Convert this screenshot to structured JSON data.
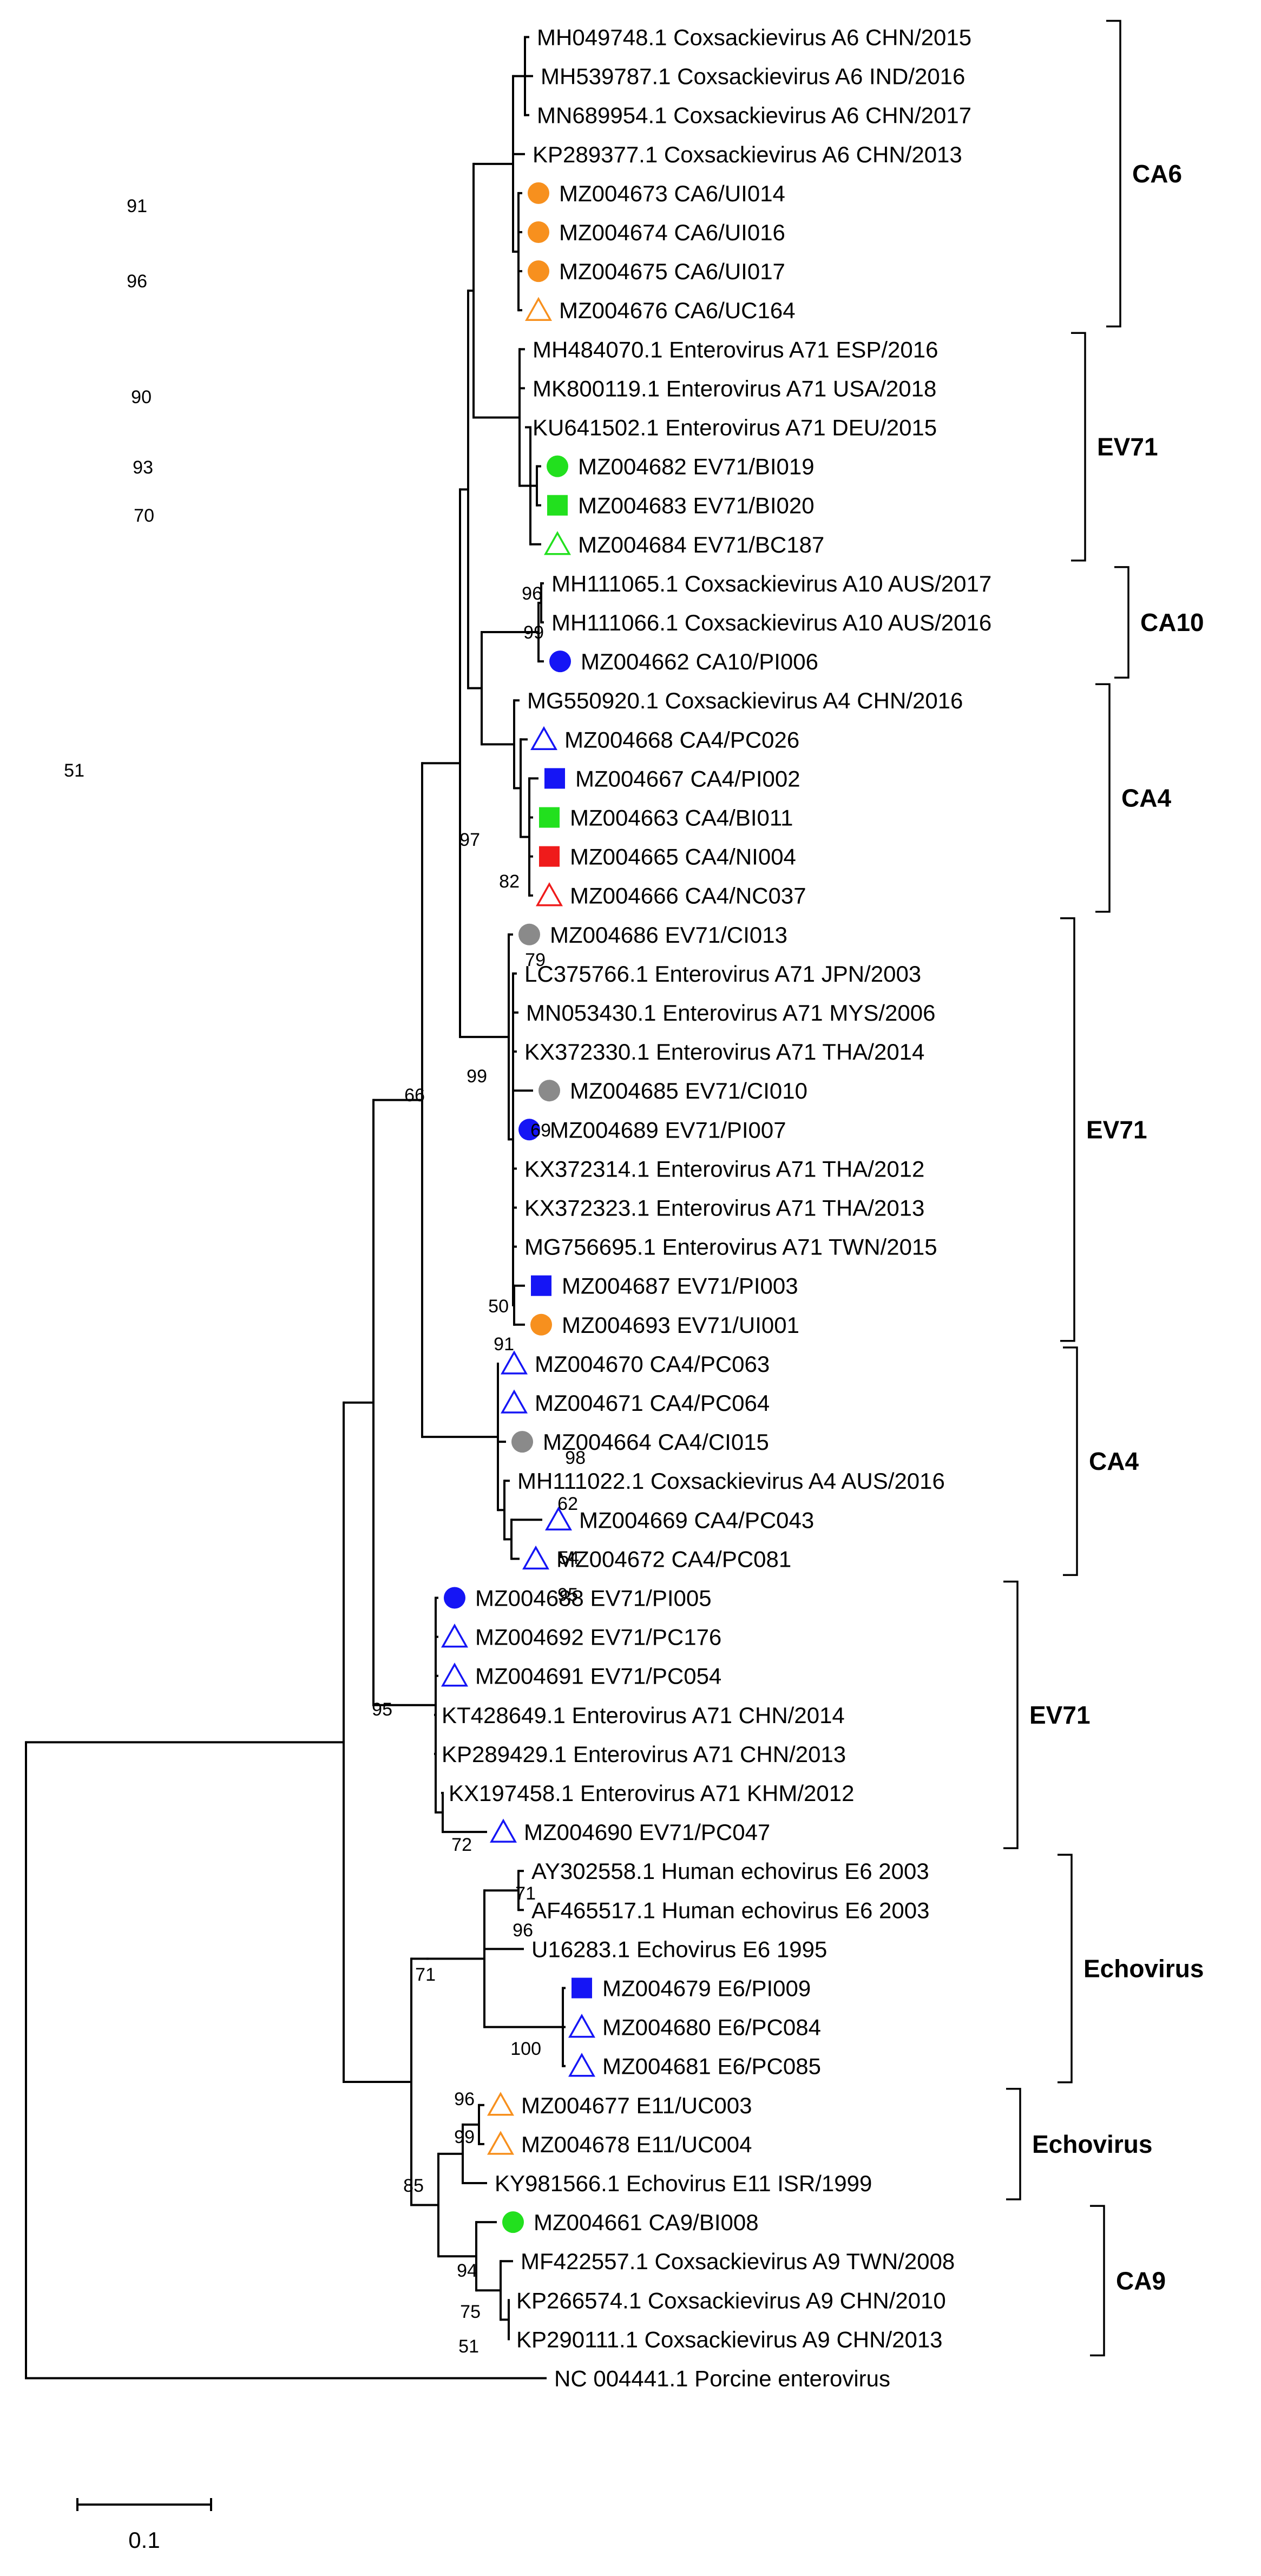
{
  "colors": {
    "orange": "#f7901e",
    "green": "#22e01e",
    "blue": "#1515f5",
    "red": "#ef1b1b",
    "gray": "#8a8a8a",
    "line": "#000000",
    "label": "#000000"
  },
  "taxa": [
    {
      "label": "MH049748.1 Coxsackievirus A6 CHN/2015",
      "marker": null
    },
    {
      "label": "MH539787.1 Coxsackievirus A6 IND/2016",
      "marker": null
    },
    {
      "label": "MN689954.1 Coxsackievirus A6 CHN/2017",
      "marker": null
    },
    {
      "label": "KP289377.1 Coxsackievirus A6 CHN/2013",
      "marker": null
    },
    {
      "label": "MZ004673 CA6/UI014",
      "marker": {
        "shape": "circle",
        "color": "orange"
      }
    },
    {
      "label": "MZ004674 CA6/UI016",
      "marker": {
        "shape": "circle",
        "color": "orange"
      }
    },
    {
      "label": "MZ004675 CA6/UI017",
      "marker": {
        "shape": "circle",
        "color": "orange"
      }
    },
    {
      "label": "MZ004676 CA6/UC164",
      "marker": {
        "shape": "triangle",
        "color": "orange"
      }
    },
    {
      "label": "MH484070.1 Enterovirus A71 ESP/2016",
      "marker": null
    },
    {
      "label": "MK800119.1 Enterovirus A71 USA/2018",
      "marker": null
    },
    {
      "label": "KU641502.1 Enterovirus A71 DEU/2015",
      "marker": null
    },
    {
      "label": "MZ004682 EV71/BI019",
      "marker": {
        "shape": "circle",
        "color": "green"
      }
    },
    {
      "label": "MZ004683 EV71/BI020",
      "marker": {
        "shape": "square",
        "color": "green"
      }
    },
    {
      "label": "MZ004684 EV71/BC187",
      "marker": {
        "shape": "triangle",
        "color": "green"
      }
    },
    {
      "label": "MH111065.1 Coxsackievirus A10 AUS/2017",
      "marker": null
    },
    {
      "label": "MH111066.1 Coxsackievirus A10 AUS/2016",
      "marker": null
    },
    {
      "label": "MZ004662 CA10/PI006",
      "marker": {
        "shape": "circle",
        "color": "blue"
      }
    },
    {
      "label": "MG550920.1 Coxsackievirus A4 CHN/2016",
      "marker": null
    },
    {
      "label": "MZ004668 CA4/PC026",
      "marker": {
        "shape": "triangle",
        "color": "blue"
      }
    },
    {
      "label": "MZ004667 CA4/PI002",
      "marker": {
        "shape": "square",
        "color": "blue"
      }
    },
    {
      "label": "MZ004663 CA4/BI011",
      "marker": {
        "shape": "square",
        "color": "green"
      }
    },
    {
      "label": "MZ004665 CA4/NI004",
      "marker": {
        "shape": "square",
        "color": "red"
      }
    },
    {
      "label": "MZ004666 CA4/NC037",
      "marker": {
        "shape": "triangle",
        "color": "red"
      }
    },
    {
      "label": "MZ004686 EV71/CI013",
      "marker": {
        "shape": "circle",
        "color": "gray"
      }
    },
    {
      "label": "LC375766.1 Enterovirus A71 JPN/2003",
      "marker": null
    },
    {
      "label": "MN053430.1 Enterovirus A71 MYS/2006",
      "marker": null
    },
    {
      "label": "KX372330.1 Enterovirus A71 THA/2014",
      "marker": null
    },
    {
      "label": "MZ004685 EV71/CI010",
      "marker": {
        "shape": "circle",
        "color": "gray"
      }
    },
    {
      "label": "MZ004689 EV71/PI007",
      "marker": {
        "shape": "circle",
        "color": "blue"
      }
    },
    {
      "label": "KX372314.1 Enterovirus A71 THA/2012",
      "marker": null
    },
    {
      "label": "KX372323.1 Enterovirus A71 THA/2013",
      "marker": null
    },
    {
      "label": "MG756695.1 Enterovirus A71 TWN/2015",
      "marker": null
    },
    {
      "label": "MZ004687 EV71/PI003",
      "marker": {
        "shape": "square",
        "color": "blue"
      }
    },
    {
      "label": "MZ004693 EV71/UI001",
      "marker": {
        "shape": "circle",
        "color": "orange"
      }
    },
    {
      "label": "MZ004670 CA4/PC063",
      "marker": {
        "shape": "triangle",
        "color": "blue"
      }
    },
    {
      "label": "MZ004671 CA4/PC064",
      "marker": {
        "shape": "triangle",
        "color": "blue"
      }
    },
    {
      "label": "MZ004664 CA4/CI015",
      "marker": {
        "shape": "circle",
        "color": "gray"
      }
    },
    {
      "label": "MH111022.1 Coxsackievirus A4 AUS/2016",
      "marker": null
    },
    {
      "label": "MZ004669 CA4/PC043",
      "marker": {
        "shape": "triangle",
        "color": "blue"
      }
    },
    {
      "label": "MZ004672 CA4/PC081",
      "marker": {
        "shape": "triangle",
        "color": "blue"
      }
    },
    {
      "label": "MZ004688 EV71/PI005",
      "marker": {
        "shape": "circle",
        "color": "blue"
      }
    },
    {
      "label": "MZ004692 EV71/PC176",
      "marker": {
        "shape": "triangle",
        "color": "blue"
      }
    },
    {
      "label": "MZ004691 EV71/PC054",
      "marker": {
        "shape": "triangle",
        "color": "blue"
      }
    },
    {
      "label": "KT428649.1 Enterovirus A71 CHN/2014",
      "marker": null
    },
    {
      "label": "KP289429.1 Enterovirus A71 CHN/2013",
      "marker": null
    },
    {
      "label": "KX197458.1 Enterovirus A71 KHM/2012",
      "marker": null
    },
    {
      "label": "MZ004690 EV71/PC047",
      "marker": {
        "shape": "triangle",
        "color": "blue"
      }
    },
    {
      "label": "AY302558.1 Human echovirus E6 2003",
      "marker": null
    },
    {
      "label": "AF465517.1 Human echovirus E6 2003",
      "marker": null
    },
    {
      "label": "U16283.1 Echovirus E6 1995",
      "marker": null
    },
    {
      "label": "MZ004679 E6/PI009",
      "marker": {
        "shape": "square",
        "color": "blue"
      }
    },
    {
      "label": "MZ004680 E6/PC084",
      "marker": {
        "shape": "triangle",
        "color": "blue"
      }
    },
    {
      "label": "MZ004681 E6/PC085",
      "marker": {
        "shape": "triangle",
        "color": "blue"
      }
    },
    {
      "label": "MZ004677 E11/UC003",
      "marker": {
        "shape": "triangle",
        "color": "orange"
      }
    },
    {
      "label": "MZ004678 E11/UC004",
      "marker": {
        "shape": "triangle",
        "color": "orange"
      }
    },
    {
      "label": "KY981566.1 Echovirus E11 ISR/1999",
      "marker": null
    },
    {
      "label": "MZ004661 CA9/BI008",
      "marker": {
        "shape": "circle",
        "color": "green"
      }
    },
    {
      "label": "MF422557.1 Coxsackievirus A9 TWN/2008",
      "marker": null
    },
    {
      "label": "KP266574.1 Coxsackievirus A9 CHN/2010",
      "marker": null
    },
    {
      "label": "KP290111.1 Coxsackievirus A9 CHN/2013",
      "marker": null
    },
    {
      "label": "NC 004441.1 Porcine enterovirus",
      "marker": null
    }
  ],
  "bootstrap_values": [
    "91",
    "96",
    "90",
    "93",
    "70",
    "96",
    "99",
    "51",
    "97",
    "82",
    "79",
    "99",
    "69",
    "50",
    "91",
    "66",
    "98",
    "62",
    "54",
    "95",
    "95",
    "72",
    "71",
    "96",
    "71",
    "100",
    "96",
    "99",
    "85",
    "94",
    "75",
    "51"
  ],
  "clades": [
    "CA6",
    "EV71",
    "CA10",
    "CA4",
    "EV71",
    "CA4",
    "EV71",
    "Echovirus",
    "Echovirus",
    "CA9"
  ],
  "scale_bar": {
    "label": "0.1",
    "value": 0.1
  }
}
